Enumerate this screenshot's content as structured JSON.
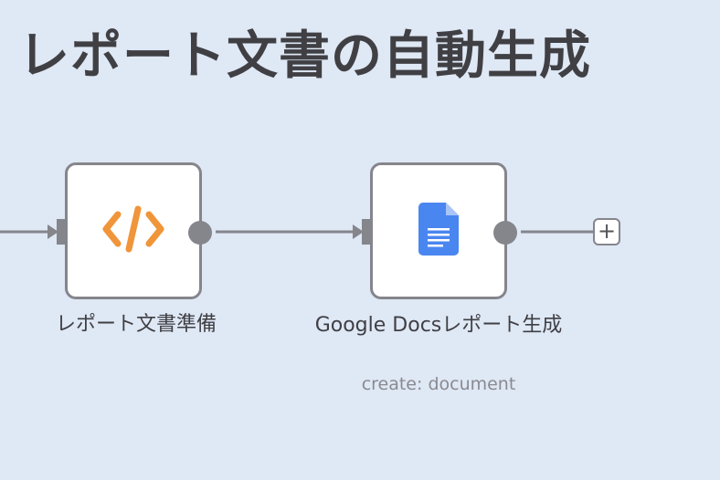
{
  "workflow": {
    "title": "レポート文書の自動生成"
  },
  "nodes": [
    {
      "label": "レポート文書準備",
      "icon": "code-icon",
      "accent_color": "#f0953a"
    },
    {
      "label": "Google Docsレポート生成",
      "subtitle": "create: document",
      "icon": "google-docs-icon",
      "accent_color": "#4a86f0"
    }
  ],
  "canvas": {
    "background": "#dfe8f5",
    "add_button_label": "+"
  }
}
